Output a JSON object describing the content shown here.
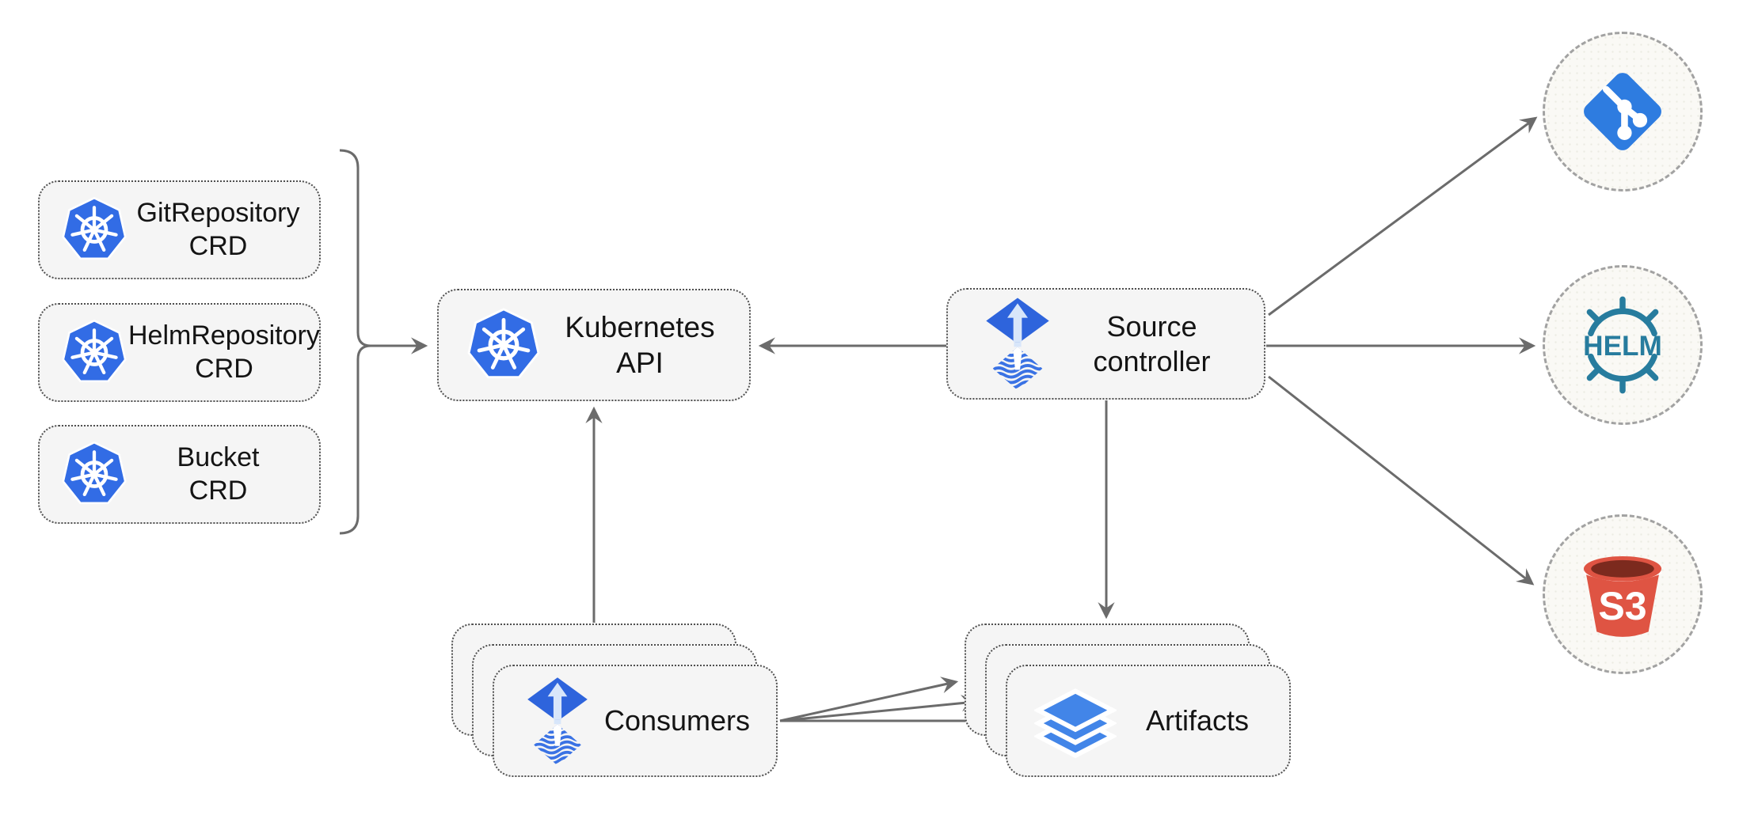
{
  "diagram": {
    "crds": [
      {
        "label_line1": "GitRepository",
        "label_line2": "CRD",
        "icon": "kubernetes-icon"
      },
      {
        "label_line1": "HelmRepository",
        "label_line2": "CRD",
        "icon": "kubernetes-icon"
      },
      {
        "label_line1": "Bucket",
        "label_line2": "CRD",
        "icon": "kubernetes-icon"
      }
    ],
    "kubernetes_api": {
      "label": "Kubernetes API",
      "icon": "kubernetes-icon"
    },
    "source_controller": {
      "label_line1": "Source",
      "label_line2": "controller",
      "icon": "flux-icon"
    },
    "consumers": {
      "label": "Consumers",
      "icon": "flux-icon",
      "stack_count": 3
    },
    "artifacts": {
      "label": "Artifacts",
      "icon": "layers-icon",
      "stack_count": 3
    },
    "external_sources": [
      {
        "name": "git",
        "icon": "git-icon",
        "label": ""
      },
      {
        "name": "helm",
        "icon": "helm-icon",
        "label": "HELM"
      },
      {
        "name": "s3",
        "icon": "s3-bucket-icon",
        "label": "S3"
      }
    ],
    "colors": {
      "arrow_gray": "#6b6b6b",
      "box_fill": "#f5f5f5",
      "box_border": "#4f4f4f",
      "circle_border": "#a2a2a2",
      "kubernetes_blue": "#326CE5",
      "flux_blue": "#2E64DC",
      "flux_stripe_blue": "#3A72E4",
      "layers_blue": "#4285E8",
      "git_blue": "#2E7CE0",
      "helm_teal": "#277C9E",
      "s3_red": "#DF5443",
      "s3_dark_red": "#7C2A1E",
      "text": "#141414"
    }
  }
}
